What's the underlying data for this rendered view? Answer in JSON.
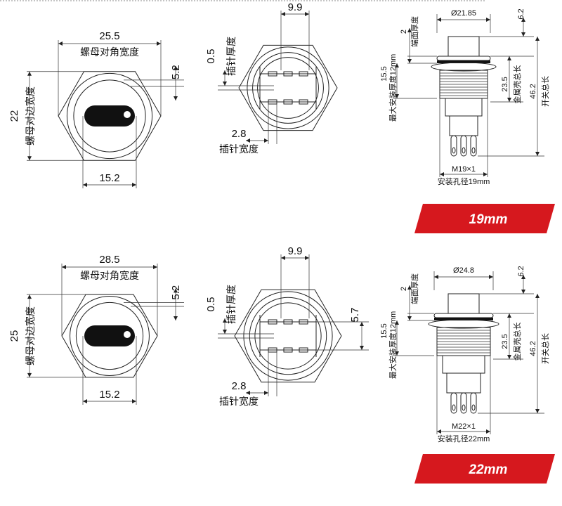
{
  "panels": [
    {
      "id": "19mm",
      "front": {
        "corner_value": "25.5",
        "corner_label": "螺母对角宽度",
        "flat_value": "22",
        "flat_label": "螺母对边宽度",
        "height_value": "5.2",
        "slot_value": "15.2"
      },
      "pins": {
        "spacing_value": "9.9",
        "thickness_value": "0.5",
        "thickness_label": "插针厚度",
        "width_value": "2.8",
        "width_label": "插针宽度",
        "extra_value": ""
      },
      "side": {
        "diameter": "Ø21.85",
        "cap_height": "6.2",
        "face_value": "2",
        "face_label": "端面厚度",
        "mount_value": "15.5",
        "mount_label": "最大安装厚度12mm",
        "shell_value": "23.5",
        "shell_label": "金属壳总长",
        "total_value": "46.2",
        "total_label": "开关总长",
        "thread": "M19×1",
        "hole": "安装孔径19mm"
      },
      "banner": "19mm",
      "scale": 1.0
    },
    {
      "id": "22mm",
      "front": {
        "corner_value": "28.5",
        "corner_label": "螺母对角宽度",
        "flat_value": "25",
        "flat_label": "螺母对边宽度",
        "height_value": "5.2",
        "slot_value": "15.2"
      },
      "pins": {
        "spacing_value": "9.9",
        "thickness_value": "0.5",
        "thickness_label": "插针厚度",
        "width_value": "2.8",
        "width_label": "插针宽度",
        "extra_value": "5.7"
      },
      "side": {
        "diameter": "Ø24.8",
        "cap_height": "6.2",
        "face_value": "2",
        "face_label": "端面厚度",
        "mount_value": "15.5",
        "mount_label": "最大安装厚度12mm",
        "shell_value": "23.5",
        "shell_label": "金属壳总长",
        "total_value": "46.2",
        "total_label": "开关总长",
        "thread": "M22×1",
        "hole": "安装孔径22mm"
      },
      "banner": "22mm",
      "scale": 1.0
    }
  ],
  "colors": {
    "banner": "#d6181e",
    "line": "#222222"
  }
}
